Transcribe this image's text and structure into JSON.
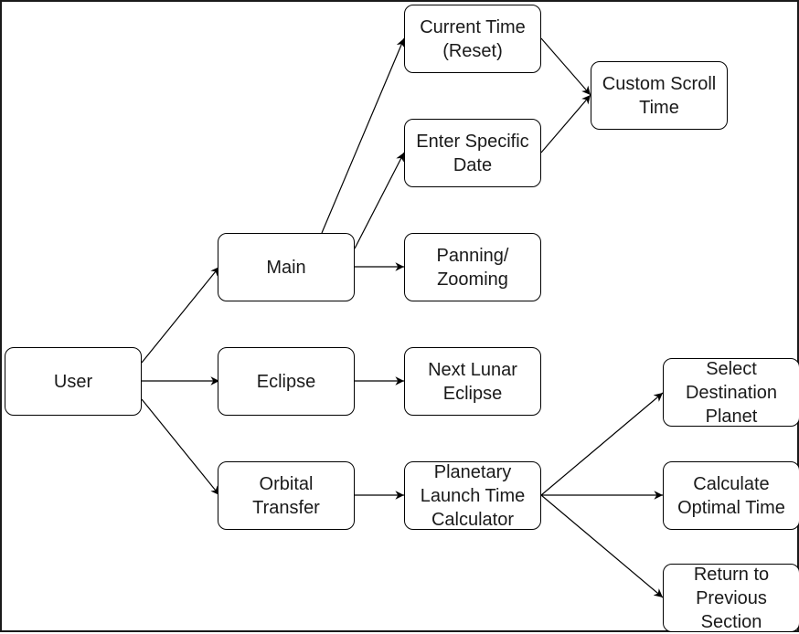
{
  "diagram": {
    "nodes": [
      {
        "id": "user",
        "label": "User"
      },
      {
        "id": "main",
        "label": "Main"
      },
      {
        "id": "eclipse",
        "label": "Eclipse"
      },
      {
        "id": "orbital",
        "label": "Orbital\nTransfer"
      },
      {
        "id": "current",
        "label": "Current Time\n(Reset)"
      },
      {
        "id": "enter",
        "label": "Enter Specific\nDate"
      },
      {
        "id": "panning",
        "label": "Panning/\nZooming"
      },
      {
        "id": "custom",
        "label": "Custom Scroll\nTime"
      },
      {
        "id": "lunar",
        "label": "Next Lunar\nEclipse"
      },
      {
        "id": "planetary",
        "label": "Planetary\nLaunch Time\nCalculator"
      },
      {
        "id": "select",
        "label": "Select\nDestination\nPlanet"
      },
      {
        "id": "calc",
        "label": "Calculate\nOptimal Time"
      },
      {
        "id": "return",
        "label": "Return to\nPrevious\nSection"
      }
    ],
    "edges": [
      {
        "from": "user",
        "to": "main"
      },
      {
        "from": "user",
        "to": "eclipse"
      },
      {
        "from": "user",
        "to": "orbital"
      },
      {
        "from": "main",
        "to": "current"
      },
      {
        "from": "main",
        "to": "enter"
      },
      {
        "from": "main",
        "to": "panning"
      },
      {
        "from": "current",
        "to": "custom"
      },
      {
        "from": "enter",
        "to": "custom"
      },
      {
        "from": "eclipse",
        "to": "lunar"
      },
      {
        "from": "orbital",
        "to": "planetary"
      },
      {
        "from": "planetary",
        "to": "select"
      },
      {
        "from": "planetary",
        "to": "calc"
      },
      {
        "from": "planetary",
        "to": "return"
      }
    ]
  }
}
